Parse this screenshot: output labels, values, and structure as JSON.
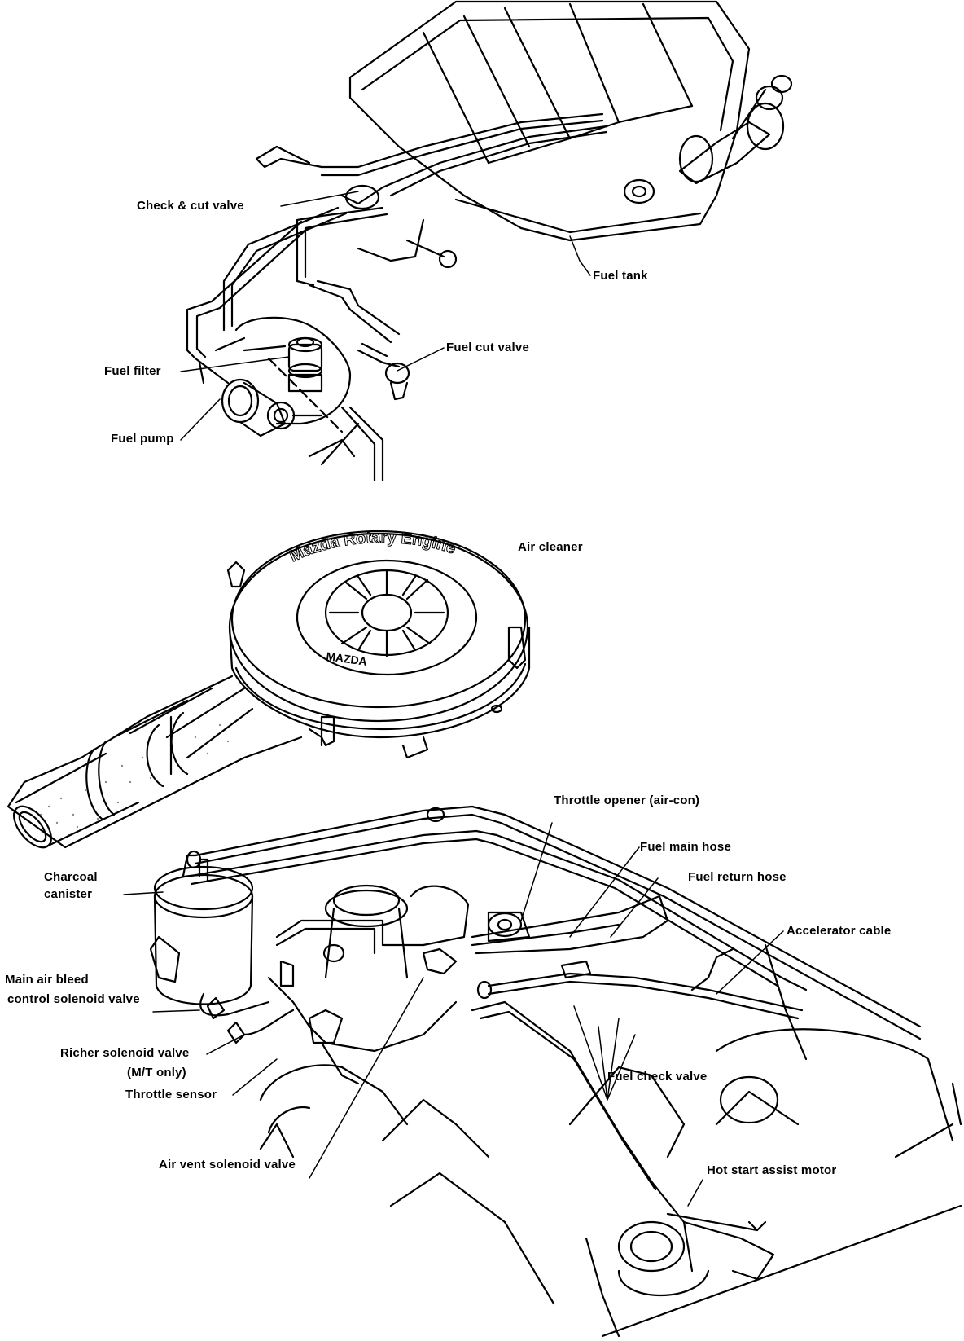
{
  "diagram": {
    "sections": [
      {
        "name": "fuel-tank-assembly",
        "labels": {
          "check_cut_valve": "Check & cut valve",
          "fuel_tank": "Fuel tank",
          "fuel_cut_valve": "Fuel cut valve",
          "fuel_filter": "Fuel filter",
          "fuel_pump": "Fuel pump"
        }
      },
      {
        "name": "air-cleaner",
        "labels": {
          "air_cleaner": "Air cleaner",
          "lid_text": "Mazda Rotary Engine",
          "badge_text": "MAZDA"
        }
      },
      {
        "name": "engine-bay",
        "labels": {
          "throttle_opener": "Throttle opener (air-con)",
          "fuel_main_hose": "Fuel main hose",
          "fuel_return_hose": "Fuel return hose",
          "accelerator_cable": "Accelerator cable",
          "charcoal_canister_1": "Charcoal",
          "charcoal_canister_2": "canister",
          "main_air_bleed_1": "Main air bleed",
          "main_air_bleed_2": "control solenoid valve",
          "richer_solenoid_1": "Richer solenoid valve",
          "richer_solenoid_2": "(M/T only)",
          "throttle_sensor": "Throttle sensor",
          "fuel_check_valve": "Fuel check valve",
          "air_vent_solenoid": "Air vent solenoid valve",
          "hot_start_assist": "Hot start assist motor"
        }
      }
    ]
  }
}
